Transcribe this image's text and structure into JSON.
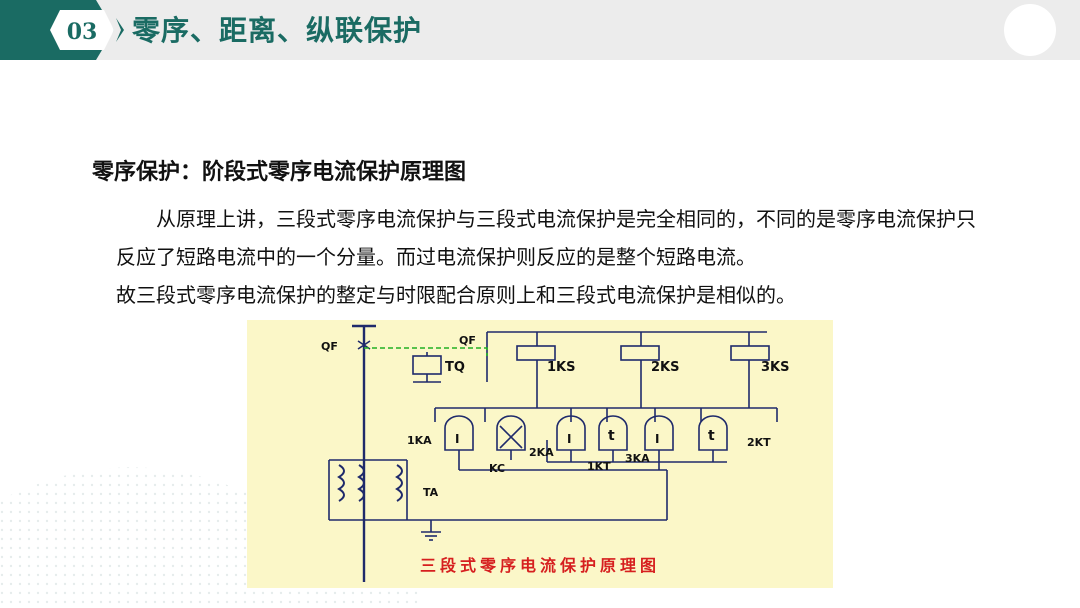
{
  "header": {
    "section_number": "03",
    "title": "零序、距离、纵联保护",
    "colors": {
      "accent": "#1a6b63",
      "bar": "#ececec"
    }
  },
  "section": {
    "heading": "零序保护：阶段式零序电流保护原理图",
    "paragraphs": [
      "从原理上讲，三段式零序电流保护与三段式电流保护是完全相同的，不同的是零序电流保护只反应了短路电流中的一个分量。而过电流保护则反应的是整个短路电流。",
      "故三段式零序电流保护的整定与时限配合原则上和三段式电流保护是相似的。"
    ]
  },
  "diagram": {
    "labels": {
      "qf_left": "QF",
      "qf_right": "QF",
      "tq": "TQ",
      "ks1": "1KS",
      "ks2": "2KS",
      "ks3": "3KS",
      "ka1": "1KA",
      "ka2": "2KA",
      "ka3": "3KA",
      "kc": "KC",
      "kt1": "1KT",
      "kt2": "2KT",
      "ta": "TA",
      "relay_i": "I",
      "relay_t": "t"
    },
    "caption": "三段式零序电流保护原理图",
    "colors": {
      "background": "#fbf7c8",
      "caption": "#d61f1f",
      "link": "#22b022",
      "wire": "#1f2a6b"
    }
  }
}
